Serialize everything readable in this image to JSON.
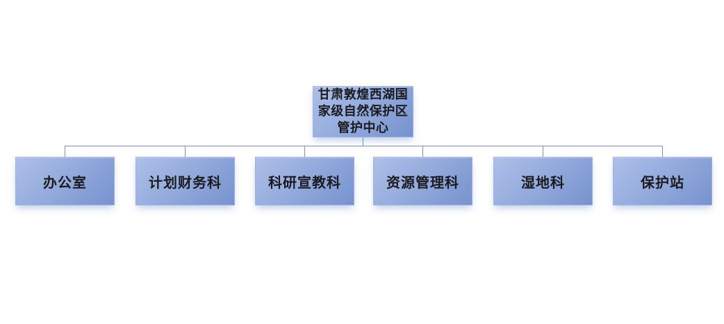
{
  "org_chart": {
    "type": "org-tree",
    "root": {
      "label": "甘肃敦煌西湖国家级自然保护区管护中心",
      "lines": [
        "甘肃敦煌西湖国",
        "家级自然保护区",
        "管护中心"
      ]
    },
    "children": [
      {
        "label": "办公室"
      },
      {
        "label": "计划财务科"
      },
      {
        "label": "科研宣教科"
      },
      {
        "label": "资源管理科"
      },
      {
        "label": "湿地科"
      },
      {
        "label": "保护站"
      }
    ]
  },
  "colors": {
    "box_fill_light": "#aebfe8",
    "box_fill_mid": "#93abdc",
    "box_fill_dark": "#7792cf",
    "box_border": "#9db1e0",
    "connector_line": "#7b8dc3",
    "text": "#1b1b1f",
    "background": "#ffffff",
    "shadow": "rgba(140,165,215,0.55)"
  }
}
